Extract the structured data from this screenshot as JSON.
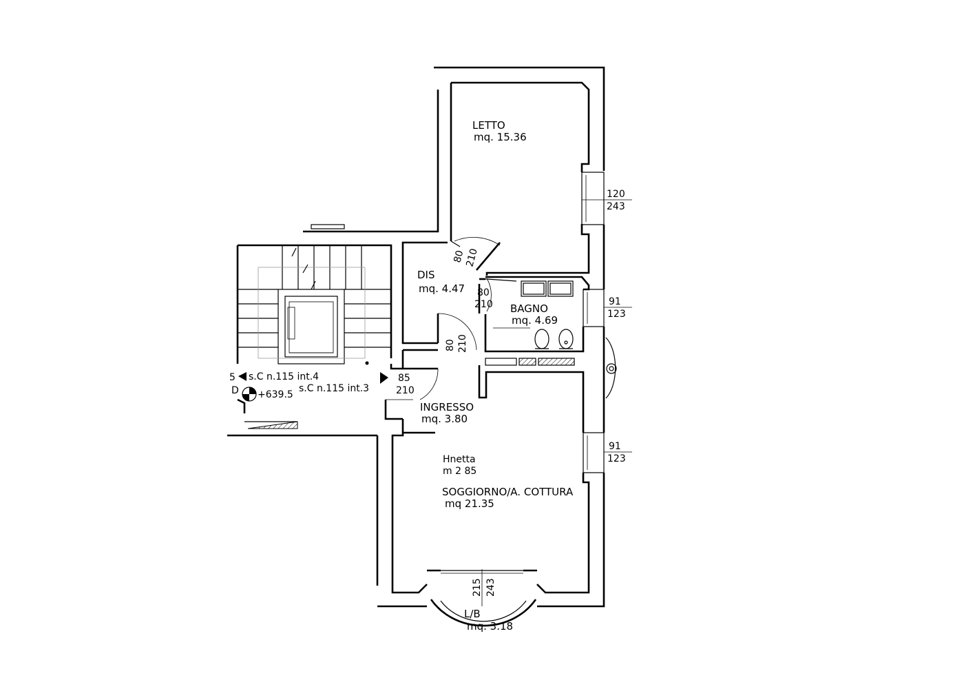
{
  "rooms": {
    "letto": {
      "name": "LETTO",
      "area": "mq. 15.36"
    },
    "dis": {
      "name": "DIS",
      "area": "mq. 4.47"
    },
    "bagno": {
      "name": "BAGNO",
      "area": "mq. 4.69"
    },
    "ingresso": {
      "name": "INGRESSO",
      "area": "mq. 3.80"
    },
    "soggiorno": {
      "name": "SOGGIORNO/A. COTTURA",
      "area": "mq 21.35"
    },
    "loggia": {
      "name": "L/B",
      "area": "mq. 3.18"
    }
  },
  "height_note": {
    "label": "Hnetta",
    "value": "m 2 85"
  },
  "windows": [
    {
      "width": "120",
      "height": "243"
    },
    {
      "width": "91",
      "height": "123"
    },
    {
      "width": "91",
      "height": "123"
    },
    {
      "width": "215",
      "height": "243"
    }
  ],
  "doors": [
    {
      "width": "80",
      "height": "210"
    },
    {
      "width": "80",
      "height": "210"
    },
    {
      "width": "80",
      "height": "210"
    },
    {
      "width": "85",
      "height": "210"
    }
  ],
  "stair_labels": {
    "left_partial": "5",
    "left_letter": "D",
    "int4": "s.C n.115 int.4",
    "int3": "s.C n.115 int.3",
    "elevation": "+639.5"
  }
}
